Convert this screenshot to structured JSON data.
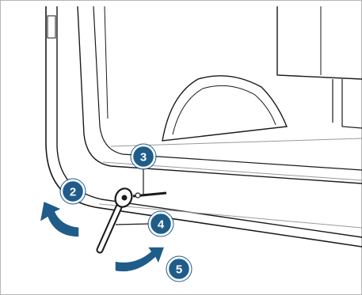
{
  "callouts": {
    "c2": "2",
    "c3": "3",
    "c4": "4",
    "c5": "5"
  },
  "colors": {
    "background": "#ffffff",
    "line": "#1a1a1a",
    "shade": "#9a9a9a",
    "callout_fill": "#1f5c8a",
    "callout_ring": "#ffffff",
    "arrow_fill": "#1f5c8a"
  },
  "icons": {
    "rotate_arrow_left": "curved-arrow-up-left-icon",
    "rotate_arrow_right": "curved-arrow-right-icon"
  }
}
